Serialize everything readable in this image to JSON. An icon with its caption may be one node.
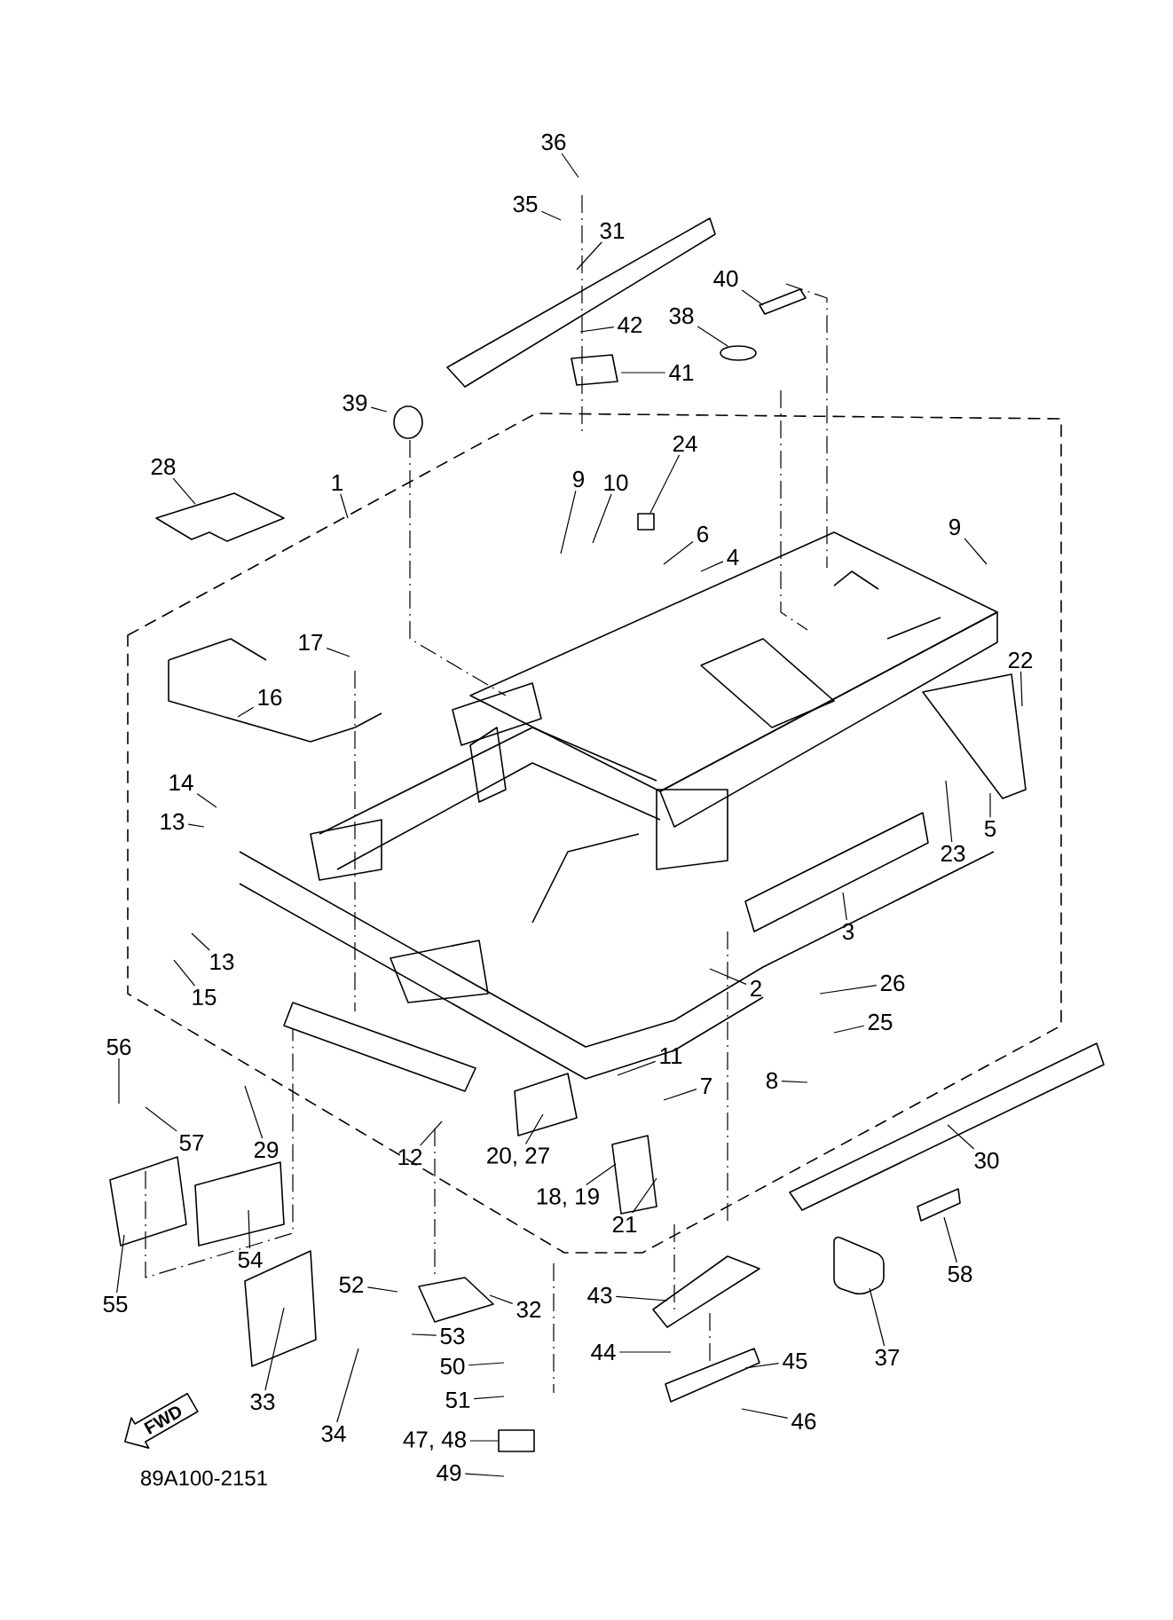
{
  "diagram": {
    "nodes": [
      {
        "text": [
          "36"
        ]
      },
      {
        "text": [
          "35"
        ]
      },
      {
        "text": [
          "31"
        ]
      },
      {
        "text": [
          "42"
        ]
      },
      {
        "text": [
          "41"
        ]
      },
      {
        "text": [
          "40"
        ]
      },
      {
        "text": [
          "38"
        ]
      },
      {
        "text": [
          "39"
        ]
      },
      {
        "text": [
          "28"
        ]
      },
      {
        "text": [
          "1"
        ]
      },
      {
        "text": [
          "9"
        ]
      },
      {
        "text": [
          "10"
        ]
      },
      {
        "text": [
          "24"
        ]
      },
      {
        "text": [
          "6"
        ]
      },
      {
        "text": [
          "4"
        ]
      },
      {
        "text": [
          "9"
        ]
      },
      {
        "text": [
          "17"
        ]
      },
      {
        "text": [
          "16"
        ]
      },
      {
        "text": [
          "14"
        ]
      },
      {
        "text": [
          "13"
        ]
      },
      {
        "text": [
          "13"
        ]
      },
      {
        "text": [
          "15"
        ]
      },
      {
        "text": [
          "22"
        ]
      },
      {
        "text": [
          "5"
        ]
      },
      {
        "text": [
          "23"
        ]
      },
      {
        "text": [
          "3"
        ]
      },
      {
        "text": [
          "2"
        ]
      },
      {
        "text": [
          "26"
        ]
      },
      {
        "text": [
          "25"
        ]
      },
      {
        "text": [
          "8"
        ]
      },
      {
        "text": [
          "11"
        ]
      },
      {
        "text": [
          "7"
        ]
      },
      {
        "text": [
          "56"
        ]
      },
      {
        "text": [
          "57"
        ]
      },
      {
        "text": [
          "29"
        ]
      },
      {
        "text": [
          "30"
        ]
      },
      {
        "text": [
          "12"
        ]
      },
      {
        "text": [
          "20, 27"
        ]
      },
      {
        "text": [
          "18, 19"
        ]
      },
      {
        "text": [
          "21"
        ]
      },
      {
        "text": [
          "58"
        ]
      },
      {
        "text": [
          "37"
        ]
      },
      {
        "text": [
          "55"
        ]
      },
      {
        "text": [
          "54"
        ]
      },
      {
        "text": [
          "52"
        ]
      },
      {
        "text": [
          "32"
        ]
      },
      {
        "text": [
          "33"
        ]
      },
      {
        "text": [
          "53"
        ]
      },
      {
        "text": [
          "34"
        ]
      },
      {
        "text": [
          "50"
        ]
      },
      {
        "text": [
          "51"
        ]
      },
      {
        "text": [
          "47, 48"
        ]
      },
      {
        "text": [
          "49"
        ]
      },
      {
        "text": [
          "43"
        ]
      },
      {
        "text": [
          "44"
        ]
      },
      {
        "text": [
          "45"
        ]
      },
      {
        "text": [
          "46"
        ]
      },
      {
        "text": [
          "FWD"
        ]
      },
      {
        "text": [],
        "shape": "circle"
      },
      {
        "text": [],
        "shape": "box"
      },
      {
        "text": [],
        "shape": "box"
      }
    ],
    "edges": [
      {
        "from": 0,
        "to": null,
        "arrow": "none"
      },
      {
        "from": 1,
        "to": null,
        "arrow": "none"
      },
      {
        "from": 2,
        "to": null,
        "arrow": "none"
      },
      {
        "from": 3,
        "to": null,
        "arrow": "none"
      },
      {
        "from": 4,
        "to": null,
        "arrow": "none"
      },
      {
        "from": 5,
        "to": null,
        "arrow": "none"
      },
      {
        "from": 6,
        "to": 58,
        "arrow": "none"
      },
      {
        "from": 7,
        "to": null,
        "arrow": "none"
      },
      {
        "from": 8,
        "to": null,
        "arrow": "none"
      },
      {
        "from": 9,
        "to": null,
        "arrow": "none"
      },
      {
        "from": 10,
        "to": null,
        "arrow": "none"
      },
      {
        "from": 11,
        "to": null,
        "arrow": "none"
      },
      {
        "from": 12,
        "to": 59,
        "arrow": "none"
      },
      {
        "from": 13,
        "to": null,
        "arrow": "none"
      },
      {
        "from": 14,
        "to": null,
        "arrow": "none"
      },
      {
        "from": 15,
        "to": null,
        "arrow": "none"
      },
      {
        "from": 16,
        "to": null,
        "arrow": "none"
      },
      {
        "from": 17,
        "to": null,
        "arrow": "none"
      },
      {
        "from": 18,
        "to": null,
        "arrow": "none"
      },
      {
        "from": 19,
        "to": null,
        "arrow": "none"
      },
      {
        "from": 20,
        "to": null,
        "arrow": "none"
      },
      {
        "from": 21,
        "to": null,
        "arrow": "none"
      },
      {
        "from": 22,
        "to": null,
        "arrow": "none"
      },
      {
        "from": 23,
        "to": null,
        "arrow": "none"
      },
      {
        "from": 24,
        "to": null,
        "arrow": "none"
      },
      {
        "from": 25,
        "to": null,
        "arrow": "none"
      },
      {
        "from": 26,
        "to": null,
        "arrow": "none"
      },
      {
        "from": 27,
        "to": null,
        "arrow": "none"
      },
      {
        "from": 28,
        "to": null,
        "arrow": "none"
      },
      {
        "from": 29,
        "to": null,
        "arrow": "none"
      },
      {
        "from": 30,
        "to": null,
        "arrow": "none"
      },
      {
        "from": 31,
        "to": null,
        "arrow": "none"
      },
      {
        "from": 32,
        "to": null,
        "arrow": "none"
      },
      {
        "from": 33,
        "to": null,
        "arrow": "none"
      },
      {
        "from": 34,
        "to": null,
        "arrow": "none"
      },
      {
        "from": 35,
        "to": null,
        "arrow": "none"
      },
      {
        "from": 36,
        "to": null,
        "arrow": "none"
      },
      {
        "from": 37,
        "to": null,
        "arrow": "none"
      },
      {
        "from": 38,
        "to": null,
        "arrow": "none"
      },
      {
        "from": 39,
        "to": null,
        "arrow": "none"
      },
      {
        "from": 40,
        "to": null,
        "arrow": "none"
      },
      {
        "from": 41,
        "to": null,
        "arrow": "none"
      },
      {
        "from": 42,
        "to": null,
        "arrow": "none"
      },
      {
        "from": 43,
        "to": null,
        "arrow": "none"
      },
      {
        "from": 44,
        "to": null,
        "arrow": "none"
      },
      {
        "from": 45,
        "to": null,
        "arrow": "none"
      },
      {
        "from": 46,
        "to": null,
        "arrow": "none"
      },
      {
        "from": 47,
        "to": null,
        "arrow": "none"
      },
      {
        "from": 48,
        "to": null,
        "arrow": "none"
      },
      {
        "from": 49,
        "to": null,
        "arrow": "none"
      },
      {
        "from": 50,
        "to": null,
        "arrow": "none"
      },
      {
        "from": 51,
        "to": 60,
        "arrow": "none"
      },
      {
        "from": 52,
        "to": null,
        "arrow": "none"
      },
      {
        "from": 53,
        "to": null,
        "arrow": "none"
      },
      {
        "from": 54,
        "to": null,
        "arrow": "none"
      },
      {
        "from": 55,
        "to": null,
        "arrow": "none"
      },
      {
        "from": 56,
        "to": null,
        "arrow": "none"
      }
    ],
    "labels": [
      "89A100-2151"
    ]
  }
}
